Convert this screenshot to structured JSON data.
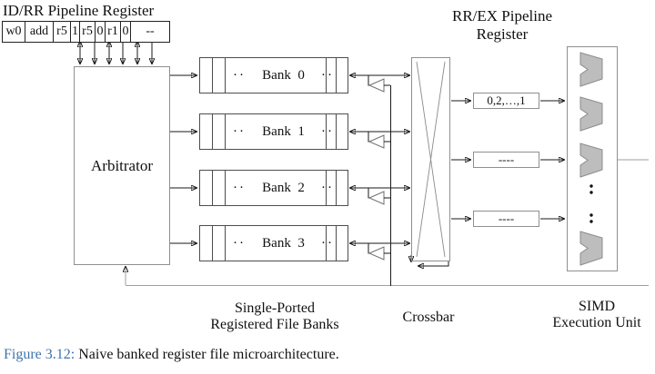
{
  "id_rr_register": {
    "title": "ID/RR Pipeline Register",
    "cells": [
      "w0",
      "add",
      "r5",
      "1",
      "r5",
      "0",
      "r1",
      "0",
      "--"
    ]
  },
  "arbitrator": {
    "label": "Arbitrator"
  },
  "banks": {
    "dots": "··",
    "items": [
      {
        "label": "Bank  0"
      },
      {
        "label": "Bank  1"
      },
      {
        "label": "Bank  2"
      },
      {
        "label": "Bank  3"
      }
    ],
    "caption_line1": "Single-Ported",
    "caption_line2": "Registered File Banks"
  },
  "crossbar": {
    "caption": "Crossbar"
  },
  "rr_ex_register": {
    "title_line1": "RR/EX Pipeline",
    "title_line2": "Register",
    "slots": [
      "0,2,…,1",
      "----",
      "----"
    ]
  },
  "simd_unit": {
    "caption_line1": "SIMD",
    "caption_line2": "Execution Unit"
  },
  "figure_caption": {
    "label": "Figure 3.12:",
    "text": "Naive banked register file microarchitecture."
  },
  "colors": {
    "caption_label_blue": "#3d74ad",
    "alu_fill": "#bdbdbd",
    "alu_stroke": "#8c8c8c"
  }
}
